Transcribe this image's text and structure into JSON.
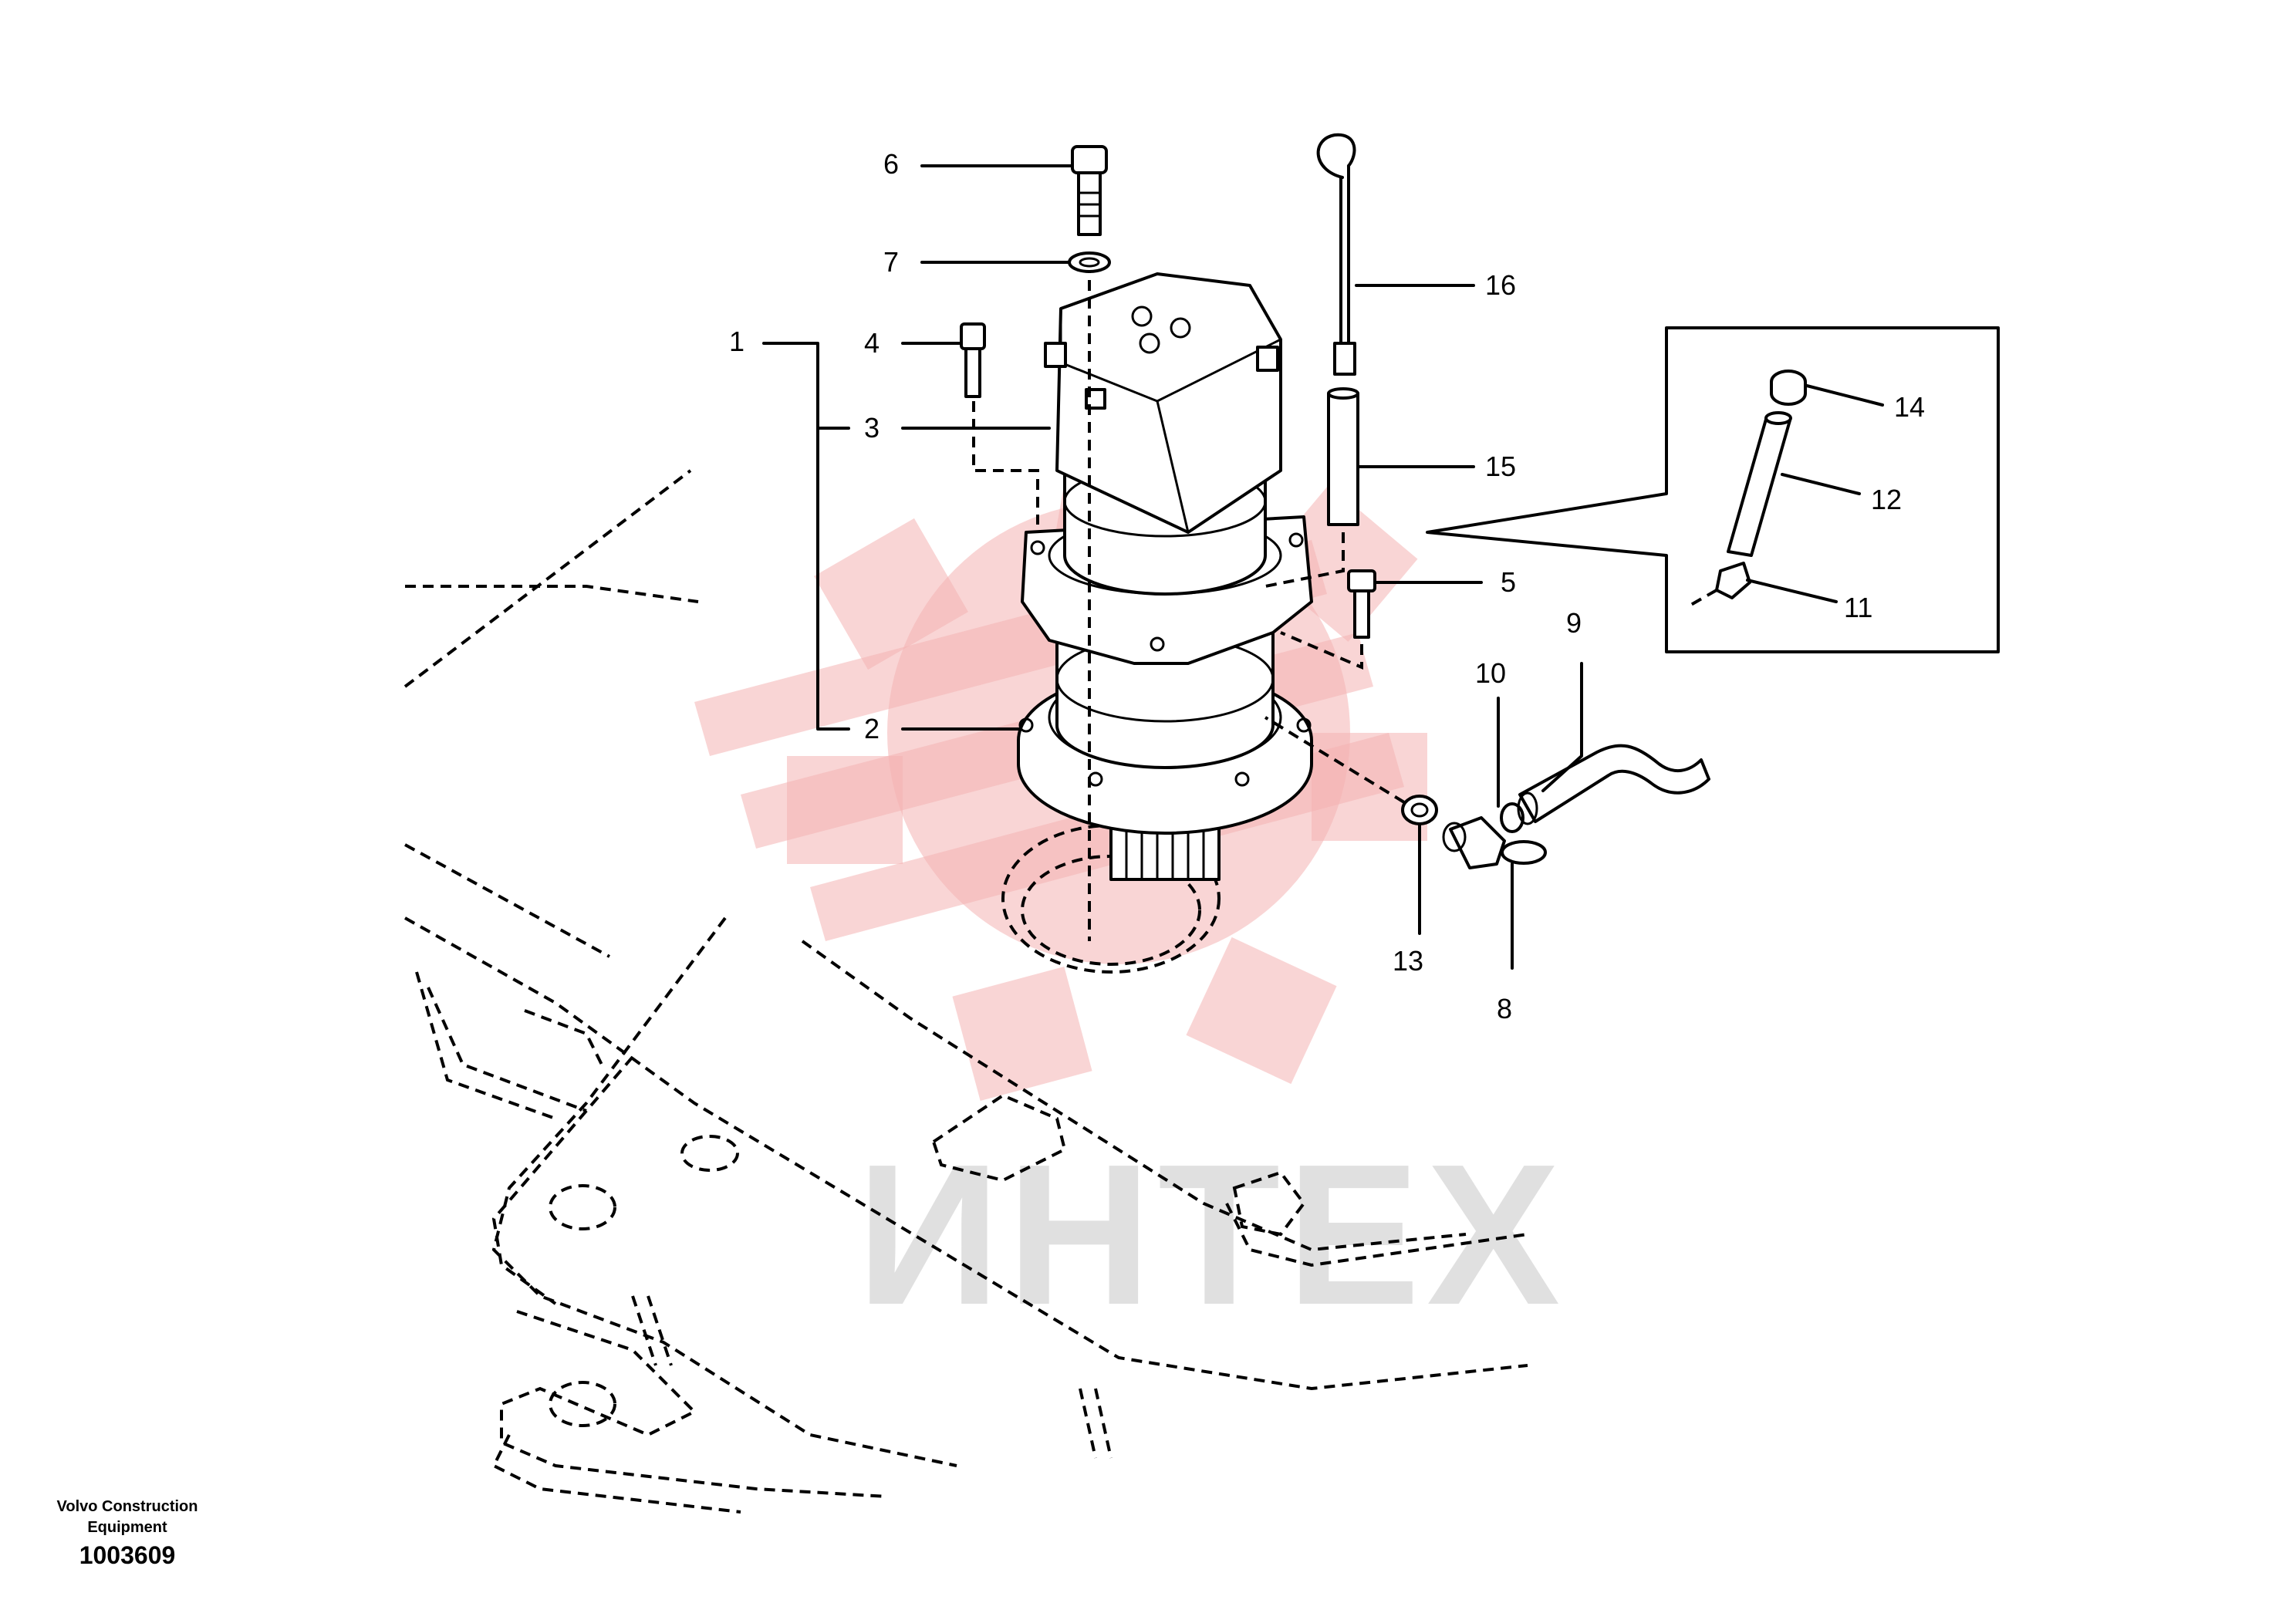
{
  "callouts": {
    "c1": "1",
    "c2": "2",
    "c3": "3",
    "c4": "4",
    "c5": "5",
    "c6": "6",
    "c7": "7",
    "c8": "8",
    "c9": "9",
    "c10": "10",
    "c11": "11",
    "c12": "12",
    "c13": "13",
    "c14": "14",
    "c15": "15",
    "c16": "16"
  },
  "watermark": {
    "text": "ИНТЕХ",
    "color": "#f4b3b3"
  },
  "footer": {
    "maker_line1": "Volvo Construction",
    "maker_line2": "Equipment",
    "doc_number": "1003609"
  },
  "colors": {
    "ink": "#000000",
    "background": "#ffffff",
    "watermark_text": "#c8c8c8"
  }
}
